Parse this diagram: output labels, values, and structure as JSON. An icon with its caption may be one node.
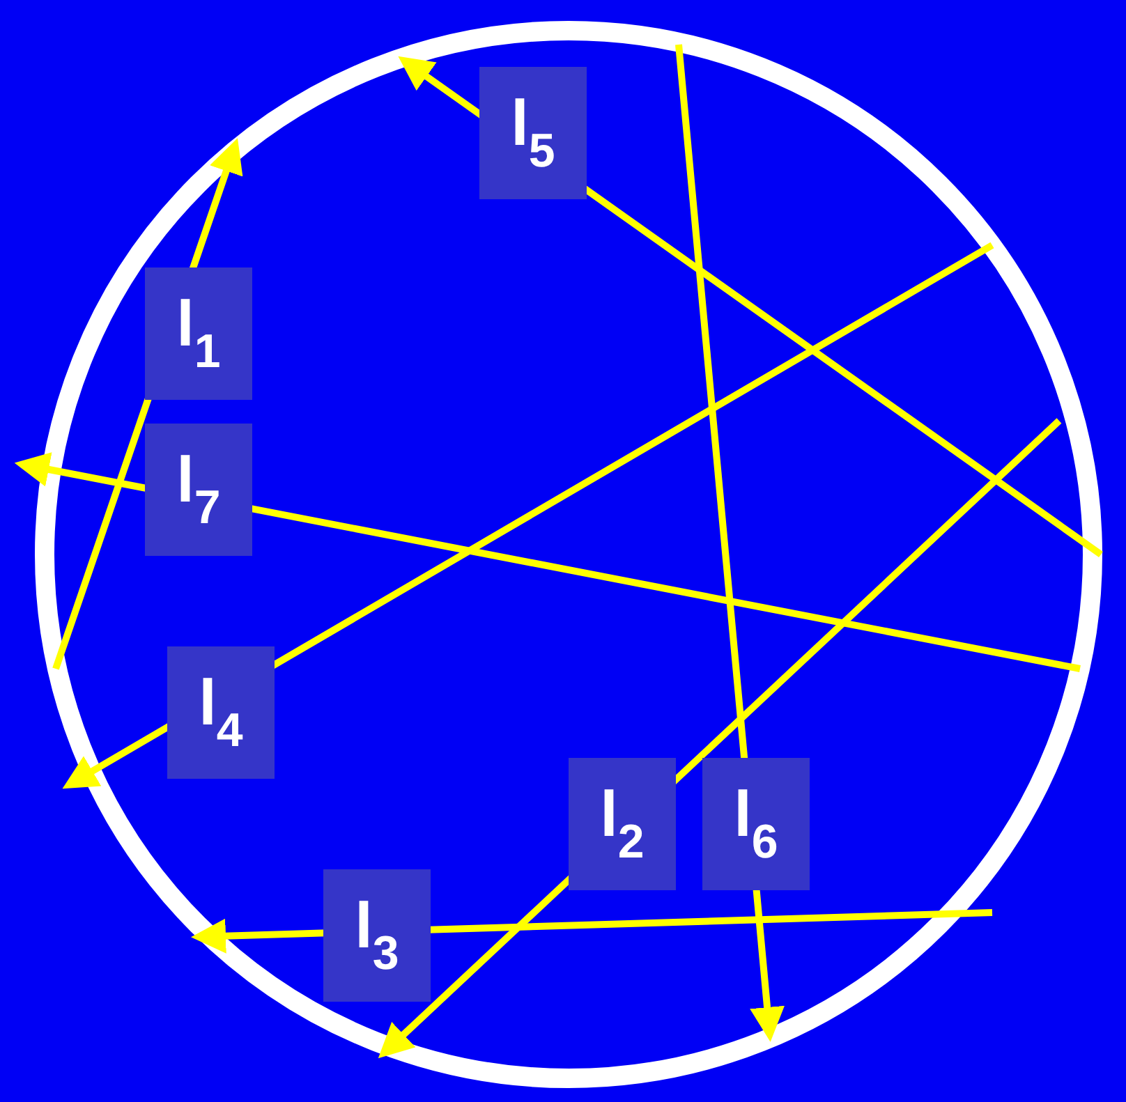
{
  "diagram": {
    "nodes": [
      {
        "text": [],
        "shape": "circle"
      },
      {
        "text": [
          "l$_{5}$"
        ],
        "in": 0
      },
      {
        "text": [
          "l$_{1}$"
        ],
        "in": 0
      },
      {
        "text": [
          "l$_{7}$"
        ],
        "in": 0
      },
      {
        "text": [
          "l$_{4}$"
        ],
        "in": 0
      },
      {
        "text": [
          "l$_{2}$"
        ],
        "in": 0
      },
      {
        "text": [
          "l$_{6}$"
        ],
        "in": 0
      },
      {
        "text": [
          "l$_{3}$"
        ],
        "in": 0
      }
    ]
  }
}
